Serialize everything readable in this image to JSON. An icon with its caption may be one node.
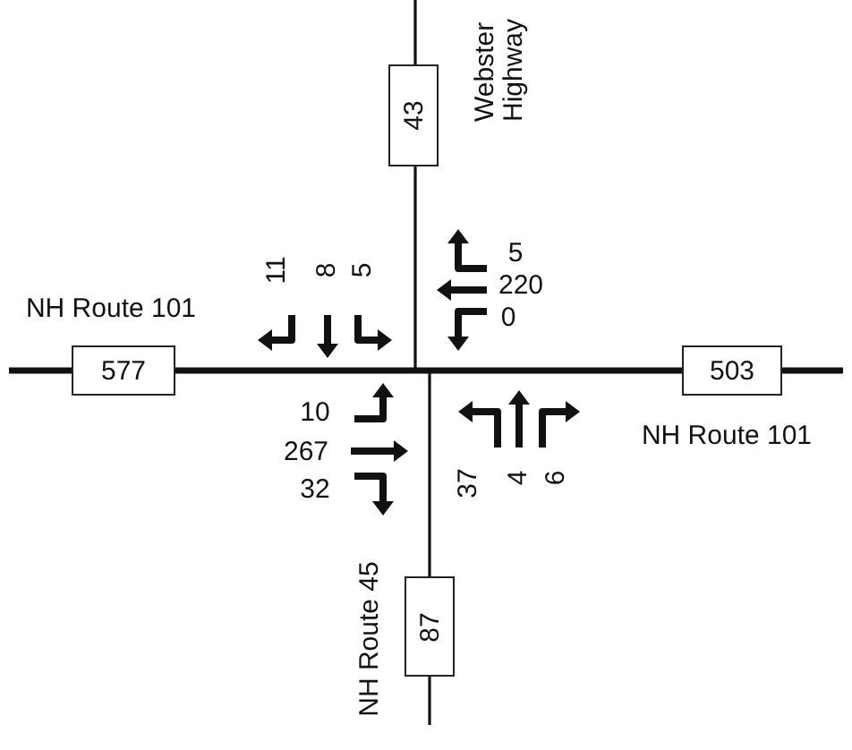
{
  "diagram": {
    "nodes": [
      {
        "text": [
          "43"
        ],
        "beside": [
          "Webster Highway"
        ]
      },
      {
        "text": [
          "577"
        ],
        "beside": [
          "NH Route 101"
        ]
      },
      {
        "text": [
          "503"
        ],
        "beside": [
          "NH Route 101"
        ]
      },
      {
        "text": [
          "87"
        ],
        "beside": [
          "NH Route 45"
        ]
      }
    ],
    "edges": [
      {
        "from": 0,
        "to": 3,
        "arrow": "none"
      },
      {
        "from": 1,
        "to": 2,
        "arrow": "none",
        "style": "thick"
      }
    ],
    "labels": [
      "11",
      "8",
      "5",
      "5",
      "220",
      "0",
      "10",
      "267",
      "32",
      "37",
      "4",
      "6"
    ]
  }
}
